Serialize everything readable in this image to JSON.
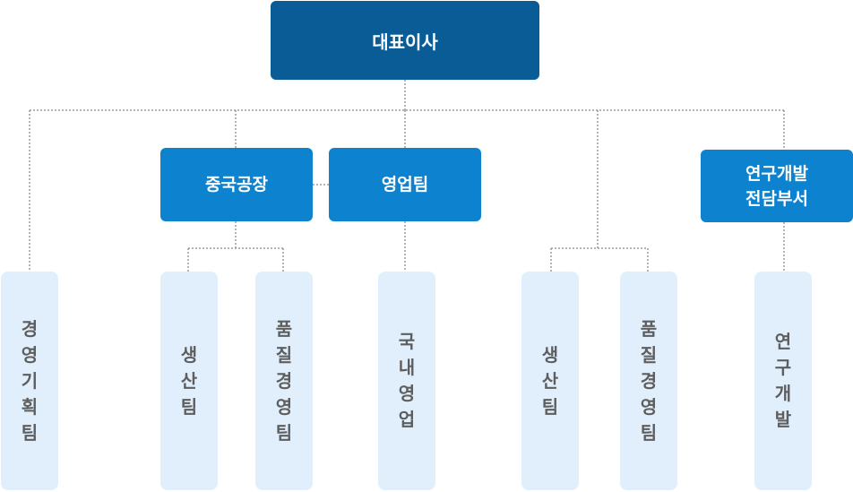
{
  "ceo": {
    "label": "대표이사"
  },
  "departments": {
    "china_factory": "중국공장",
    "sales": "영업팀",
    "rnd": [
      "연구개발",
      "전담부서"
    ]
  },
  "teams": {
    "management_planning": "경영기획팀",
    "china_production": "생산팀",
    "china_quality": "품질경영팀",
    "domestic_sales": "국내영업",
    "production": "생산팀",
    "quality": "품질경영팀",
    "rnd_team": "연구개발"
  },
  "colors": {
    "ceo_box": "#0a5c96",
    "department_box": "#0d82cf",
    "team_box": "#e1effc",
    "team_text": "#5e5e5e",
    "connector": "#9a9a9a"
  }
}
